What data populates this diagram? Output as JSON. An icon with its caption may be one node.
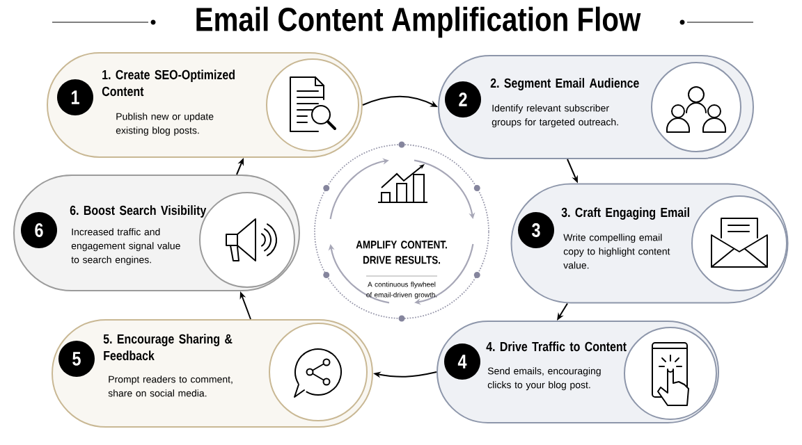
{
  "diagram": {
    "title": "Email Content Amplification Flow",
    "nodes": [
      {
        "text": [
          "1",
          "1. Create SEO-Optimized Content",
          "Publish new or update existing blog posts."
        ]
      },
      {
        "text": [
          "2",
          "2. Segment Email Audience",
          "Identify relevant subscriber groups for targeted outreach."
        ]
      },
      {
        "text": [
          "3",
          "3. Craft Engaging Email",
          "Write compelling email copy to highlight content value."
        ]
      },
      {
        "text": [
          "4",
          "4. Drive Traffic to Content",
          "Send emails, encouraging clicks to your blog post."
        ]
      },
      {
        "text": [
          "5",
          "5. Encourage Sharing & Feedback",
          "Prompt readers to comment, share on social media."
        ]
      },
      {
        "text": [
          "6",
          "6. Boost Search Visibility",
          "Increased traffic and engagement signal value to search engines."
        ]
      },
      {
        "text": [
          "AMPLIFY CONTENT. DRIVE RESULTS.",
          "A continuous flywheel of email-driven growth."
        ]
      }
    ],
    "edges": [
      {
        "from": 0,
        "to": 1,
        "arrow": "to"
      },
      {
        "from": 1,
        "to": 2,
        "arrow": "to"
      },
      {
        "from": 2,
        "to": 3,
        "arrow": "to"
      },
      {
        "from": 3,
        "to": 4,
        "arrow": "to"
      },
      {
        "from": 4,
        "to": 5,
        "arrow": "to"
      },
      {
        "from": 5,
        "to": 0,
        "arrow": "to"
      }
    ]
  }
}
